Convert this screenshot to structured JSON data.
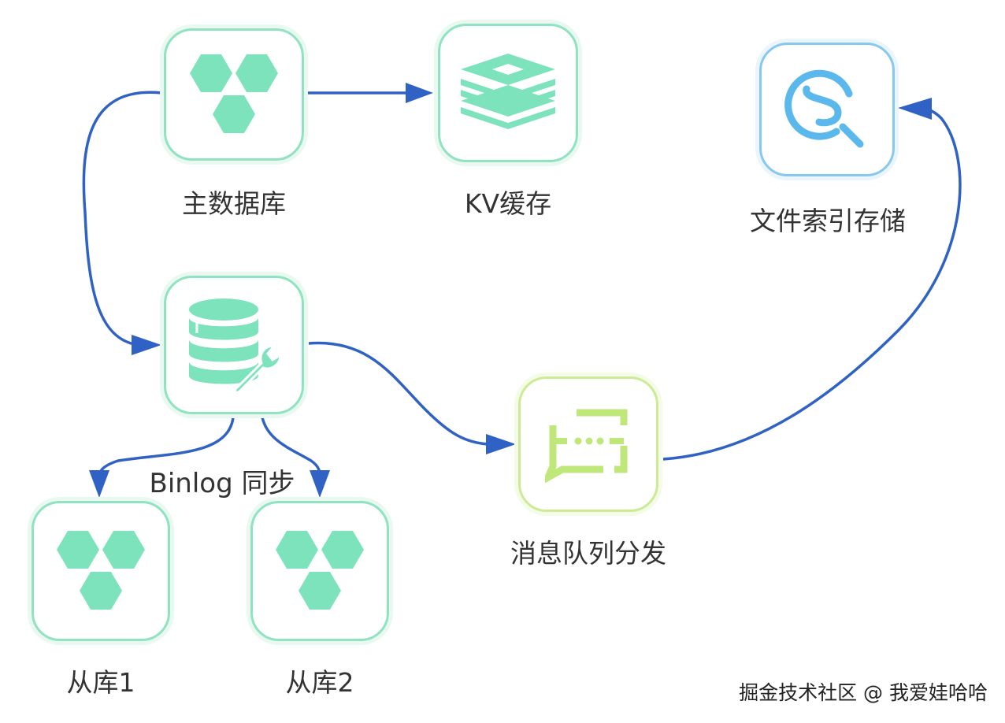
{
  "nodes": {
    "master_db": {
      "label": "主数据库",
      "icon": "hexagon-cluster-icon"
    },
    "kv_cache": {
      "label": "KV缓存",
      "icon": "redis-stack-icon"
    },
    "file_index": {
      "label": "文件索引存储",
      "icon": "search-magnifier-icon"
    },
    "binlog_sync": {
      "icon": "database-wrench-icon"
    },
    "message_queue": {
      "label": "消息队列分发",
      "icon": "message-bracket-icon"
    },
    "slave1": {
      "label": "从库1",
      "icon": "hexagon-cluster-icon"
    },
    "slave2": {
      "label": "从库2",
      "icon": "hexagon-cluster-icon"
    }
  },
  "edges": {
    "binlog_label": "Binlog 同步"
  },
  "watermark": "掘金技术社区 @ 我爱娃哈哈",
  "colors": {
    "green_border": "#8fe3c0",
    "green_fill": "#7de3bd",
    "blue_border": "#88c8ef",
    "blue_icon": "#5ab8ec",
    "lime_border": "#cdeb95",
    "lime_icon": "#bfe77a",
    "edge": "#2f62c4"
  }
}
